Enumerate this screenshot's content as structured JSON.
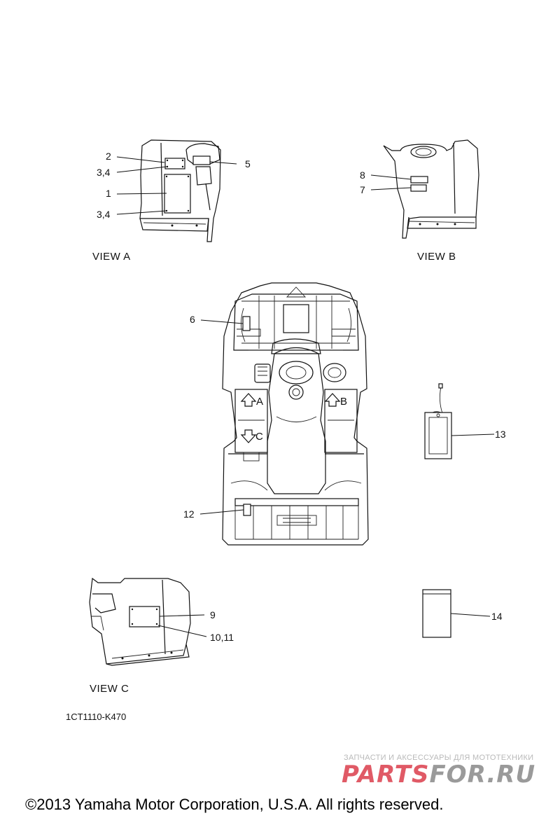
{
  "views": {
    "view_a": {
      "label": "VIEW A",
      "callouts": [
        "2",
        "3,4",
        "1",
        "3,4",
        "5"
      ]
    },
    "view_b": {
      "label": "VIEW B",
      "callouts": [
        "8",
        "7"
      ]
    },
    "view_c": {
      "label": "VIEW C",
      "callouts": [
        "9",
        "10,11"
      ]
    }
  },
  "top_view": {
    "callouts": [
      "6",
      "12"
    ],
    "direction_labels": [
      "A",
      "B",
      "C"
    ]
  },
  "standalone_items": {
    "tag_callout": "13",
    "sheet_callout": "14"
  },
  "part_code": "1CT1110-K470",
  "watermark": {
    "tagline": "ЗАПЧАСТИ И АКСЕССУАРЫ ДЛЯ МОТОТЕХНИКИ",
    "brand_left": "PARTS",
    "brand_right": "FOR.RU",
    "color_left": "#e05a66",
    "color_right": "#9a9a9a"
  },
  "copyright": "©2013 Yamaha Motor Corporation, U.S.A. All rights reserved."
}
